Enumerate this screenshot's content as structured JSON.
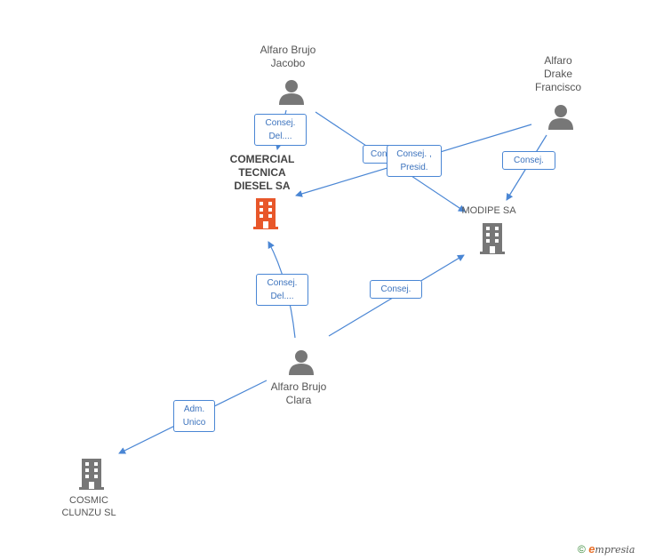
{
  "nodes": {
    "comercial": {
      "label": "COMERCIAL\nTECNICA\nDIESEL SA",
      "type": "company",
      "highlight": true
    },
    "modipe": {
      "label": "MODIPE SA",
      "type": "company"
    },
    "cosmic": {
      "label": "COSMIC\nCLUNZU  SL",
      "type": "company"
    },
    "jacobo": {
      "label": "Alfaro Brujo\nJacobo",
      "type": "person"
    },
    "francisco": {
      "label": "Alfaro\nDrake\nFrancisco",
      "type": "person"
    },
    "clara": {
      "label": "Alfaro Brujo\nClara",
      "type": "person"
    }
  },
  "relations": {
    "jacobo_comercial": "Consej.\nDel....",
    "jacobo_modipe": "Consej.",
    "francisco_comercial": "Consej. ,\nPresid.",
    "francisco_modipe": "Consej.",
    "clara_comercial": "Consej.\nDel....",
    "clara_modipe": "Consej.",
    "clara_cosmic": "Adm.\nUnico"
  },
  "footer": {
    "copyright": "©",
    "brand_first": "e",
    "brand_rest": "mpresia"
  },
  "colors": {
    "edge": "#4a86d4",
    "highlight_building": "#e8572a",
    "building": "#777777",
    "person": "#777777"
  }
}
